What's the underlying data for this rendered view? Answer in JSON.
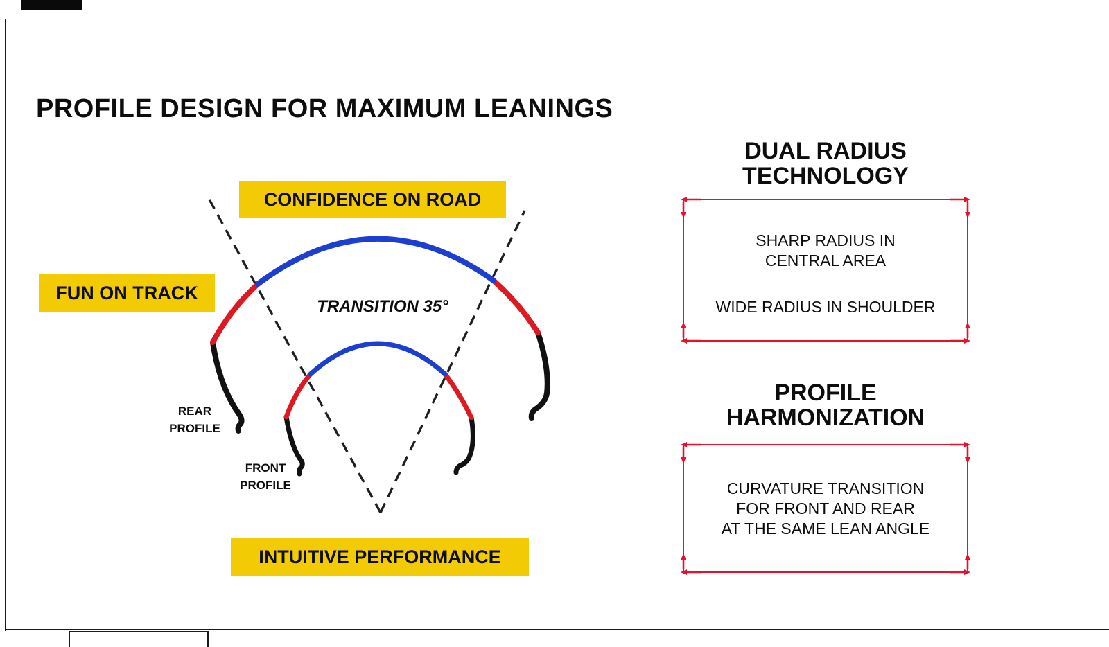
{
  "title": "PROFILE DESIGN FOR MAXIMUM LEANINGS",
  "diagram": {
    "confidence_label": "CONFIDENCE ON ROAD",
    "fun_label": "FUN ON TRACK",
    "intuitive_label": "INTUITIVE PERFORMANCE",
    "transition_label": "TRANSITION 35°",
    "rear_profile": {
      "line1": "REAR",
      "line2": "PROFILE"
    },
    "front_profile": {
      "line1": "FRONT",
      "line2": "PROFILE"
    },
    "colors": {
      "highlight_yellow": "#F2CB05",
      "crown_blue": "#1C3FD0",
      "transition_red": "#DD1A21",
      "shoulder_black": "#111111",
      "box_frame_red": "#E8112D"
    }
  },
  "panels": {
    "dual_radius": {
      "heading_line1": "DUAL RADIUS",
      "heading_line2": "TECHNOLOGY",
      "body_line1": "SHARP RADIUS IN",
      "body_line2": "CENTRAL AREA",
      "body_line3": "WIDE RADIUS IN SHOULDER"
    },
    "harmonization": {
      "heading_line1": "PROFILE",
      "heading_line2": "HARMONIZATION",
      "body_line1": "CURVATURE TRANSITION",
      "body_line2": "FOR FRONT AND REAR",
      "body_line3": "AT THE SAME LEAN ANGLE"
    }
  }
}
